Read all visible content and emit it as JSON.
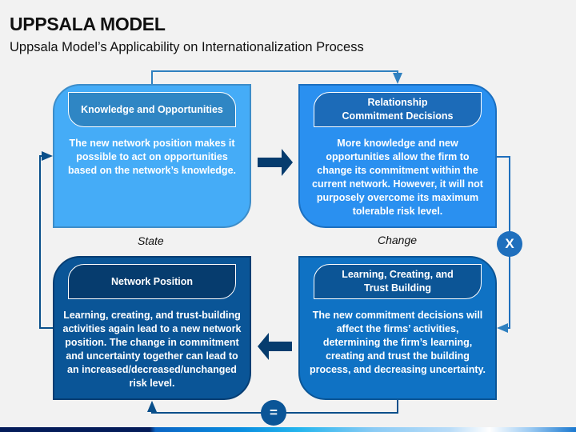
{
  "header": {
    "title": "UPPSALA MODEL",
    "subtitle": "Uppsala Model’s Applicability on Internationalization Process"
  },
  "boxes": [
    {
      "title": "Knowledge and Opportunities",
      "body": "The new network position makes it\npossible to act on opportunities\nbased on the network’s knowledge."
    },
    {
      "title": "Relationship\nCommitment Decisions",
      "body": "More knowledge and new\nopportunities allow the firm to\nchange its commitment within the\ncurrent network. However, it will not\npurposely overcome its maximum\ntolerable risk level."
    },
    {
      "title": "Network Position",
      "body": "Learning, creating, and trust-building\nactivities again lead to a new network\nposition. The change in commitment\nand uncertainty together can lead to\nan increased/decreased/unchanged\nrisk level."
    },
    {
      "title": "Learning, Creating, and\nTrust Building",
      "body": "The new commitment decisions will\naffect the firms’ activities,\ndetermining the firm’s learning,\ncreating and trust the building\nprocess, and decreasing uncertainty."
    }
  ],
  "labels": {
    "state": "State",
    "change": "Change"
  },
  "operators": {
    "multiply": "X",
    "equals": "="
  },
  "colors": {
    "box_knowledge": "#45acf7",
    "box_commitment": "#2a90f0",
    "box_network": "#0a5597",
    "box_learning": "#0f72c4",
    "arrow": "#063c6e",
    "connector": "#2f80c0"
  }
}
